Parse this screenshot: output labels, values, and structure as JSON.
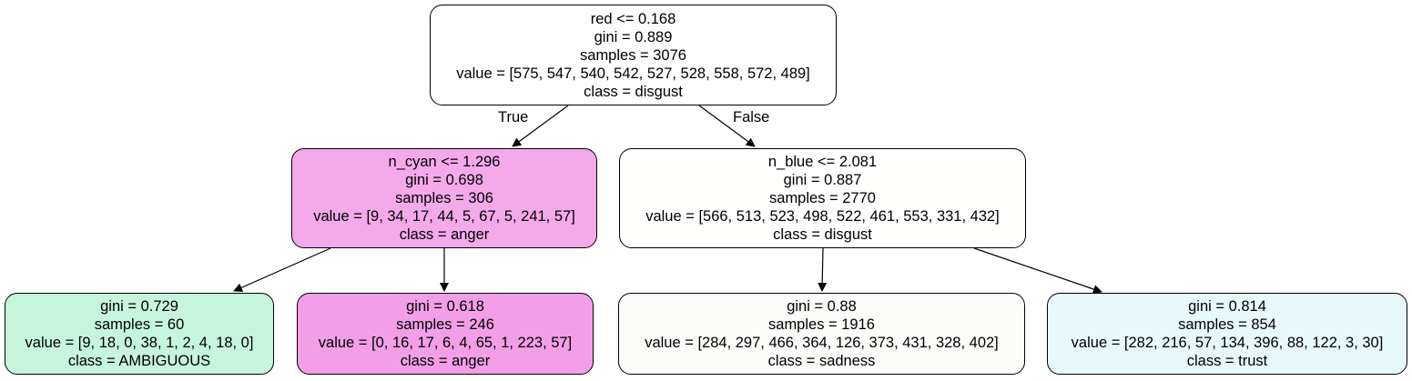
{
  "tree": {
    "root": {
      "lines": [
        "red <= 0.168",
        "gini = 0.889",
        "samples = 3076",
        "value = [575, 547, 540, 542, 527, 528, 558, 572, 489]",
        "class = disgust"
      ],
      "fill": "#fefefe"
    },
    "left": {
      "lines": [
        "n_cyan <= 1.296",
        "gini = 0.698",
        "samples = 306",
        "value = [9, 34, 17, 44, 5, 67, 5, 241, 57]",
        "class = anger"
      ],
      "fill": "#f4a9eb"
    },
    "right": {
      "lines": [
        "n_blue <= 2.081",
        "gini = 0.887",
        "samples = 2770",
        "value = [566, 513, 523, 498, 522, 461, 553, 331, 432]",
        "class = disgust"
      ],
      "fill": "#fffffe"
    },
    "leaf1": {
      "lines": [
        "gini = 0.729",
        "samples = 60",
        "value = [9, 18, 0, 38, 1, 2, 4, 18, 0]",
        "class = AMBIGUOUS"
      ],
      "fill": "#c6f5dc"
    },
    "leaf2": {
      "lines": [
        "gini = 0.618",
        "samples = 246",
        "value = [0, 16, 17, 6, 4, 65, 1, 223, 57]",
        "class = anger"
      ],
      "fill": "#f29fe8"
    },
    "leaf3": {
      "lines": [
        "gini = 0.88",
        "samples = 1916",
        "value = [284, 297, 466, 364, 126, 373, 431, 328, 402]",
        "class = sadness"
      ],
      "fill": "#fcfcfa"
    },
    "leaf4": {
      "lines": [
        "gini = 0.814",
        "samples = 854",
        "value = [282, 216, 57, 134, 396, 88, 122, 3, 30]",
        "class = trust"
      ],
      "fill": "#e7f9fc"
    }
  },
  "edge_labels": {
    "true": "True",
    "false": "False"
  }
}
